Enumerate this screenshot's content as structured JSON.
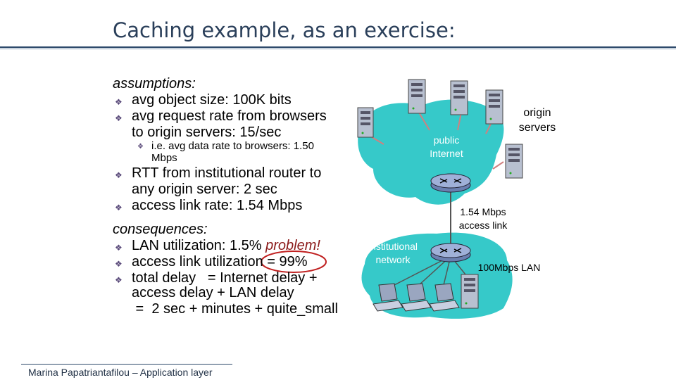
{
  "slide": {
    "title": "Caching example, as an exercise:",
    "footer": "Marina Papatriantafilou –  Application layer"
  },
  "assumptions": {
    "heading": "assumptions:",
    "items": [
      "avg object size: 100K bits",
      "avg request rate from browsers",
      "to origin servers: 15/sec",
      "i.e. avg data rate to browsers: 1.50",
      "Mbps",
      "RTT from institutional router to",
      "any origin server: 2 sec",
      "access link rate: 1.54 Mbps"
    ]
  },
  "consequences": {
    "heading": "consequences:",
    "lan_util": "LAN utilization: 1.5%",
    "problem": "problem!",
    "access_util": "access link utilization = 99%",
    "delay1": "total delay   = Internet delay +",
    "delay2": "access delay + LAN delay",
    "delay3": " =  2 sec + minutes + quite_small"
  },
  "diagram": {
    "origin_servers": "origin servers",
    "public_internet": "public Internet",
    "access_link": "1.54 Mbps access link",
    "institutional_network": "institutional network",
    "lan": "100Mbps LAN",
    "colors": {
      "cloud": "#36c9c9",
      "router": "#6b7fb0",
      "link": "#d08080"
    }
  }
}
